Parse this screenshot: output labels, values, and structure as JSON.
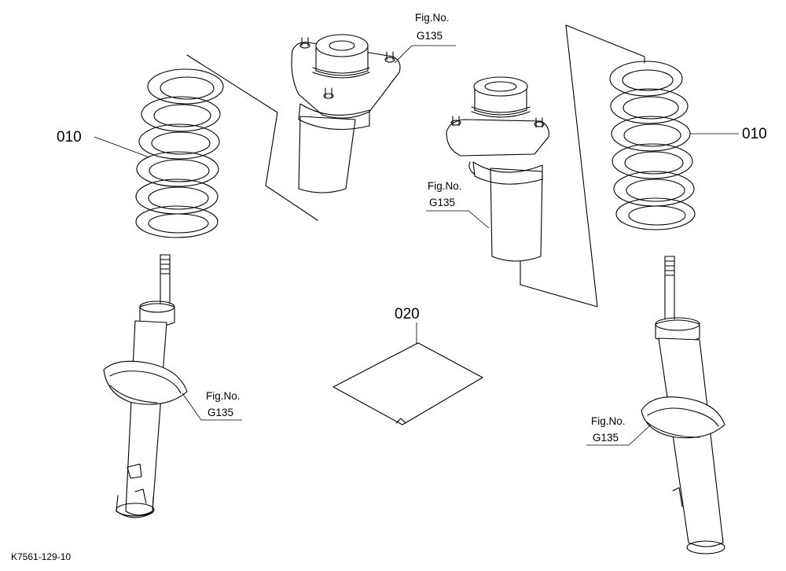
{
  "diagram": {
    "part_labels": {
      "spring_left": "010",
      "spring_right": "010",
      "sheet": "020"
    },
    "fig_refs": [
      {
        "line1": "Fig.No.",
        "line2": "G135"
      },
      {
        "line1": "Fig.No.",
        "line2": "G135"
      },
      {
        "line1": "Fig.No.",
        "line2": "G135"
      },
      {
        "line1": "Fig.No.",
        "line2": "G135"
      }
    ],
    "drawing_id": "K7561-129-10"
  }
}
